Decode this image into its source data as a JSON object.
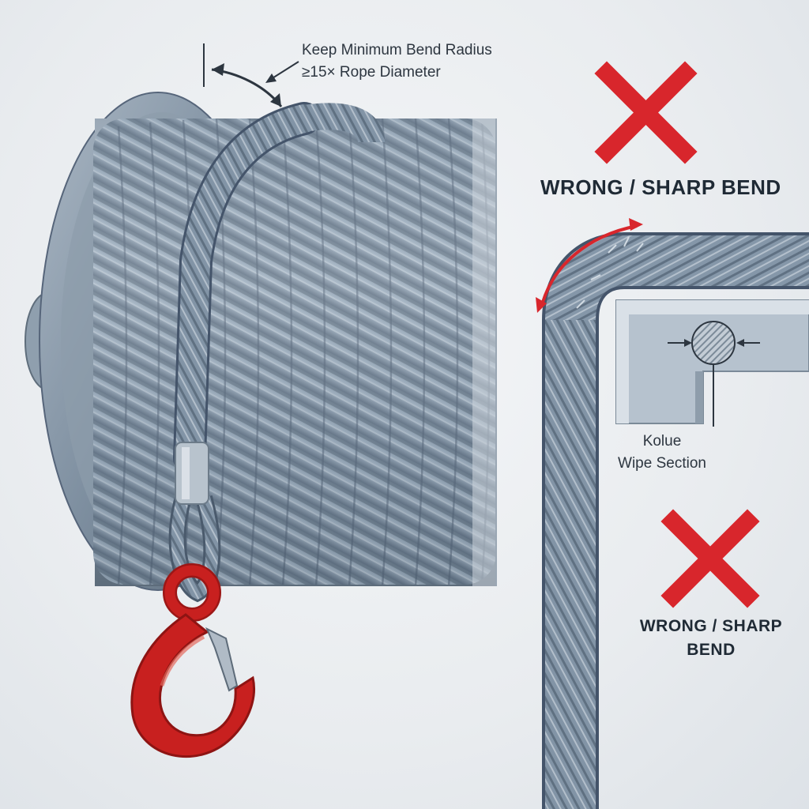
{
  "annotations": {
    "radius_note": {
      "line1": "Keep Minimum Bend Radius",
      "line2": "≥15× Rope Diameter"
    },
    "section_note": {
      "line1": "Kolue",
      "line2": "Wipe Section"
    },
    "warning_top": "WRONG / SHARP BEND",
    "warning_bottom": {
      "line1": "WRONG / SHARP",
      "line2": "BEND"
    }
  },
  "colors": {
    "warning_red": "#d8262c",
    "hook_red": "#c8201f",
    "rope_steel": "#6f8294",
    "spool_steel": "#8a9bab"
  },
  "icons": [
    "wrong-x-icon",
    "bend-arrow-icon",
    "dimension-arrow-icon",
    "hook-icon"
  ]
}
